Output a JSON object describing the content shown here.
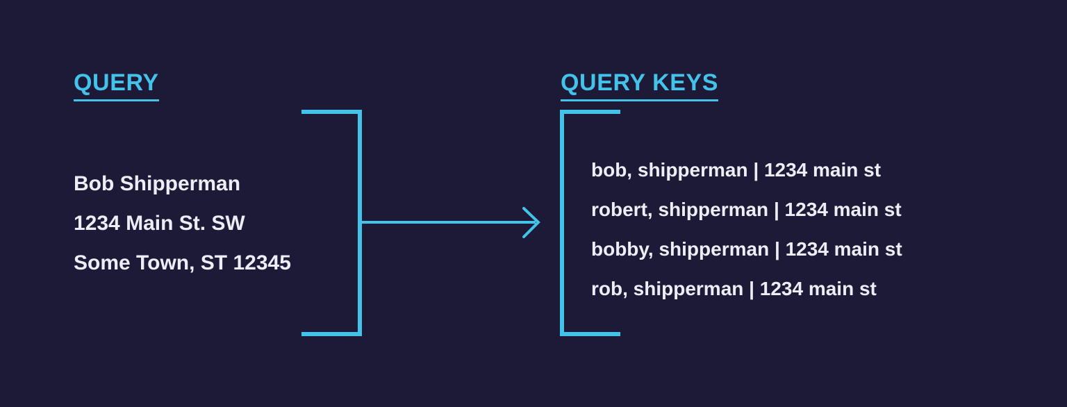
{
  "background_color": "#1d1a38",
  "accent_color": "#44c3ea",
  "text_color": "#eceef6",
  "left_panel": {
    "heading": "QUERY",
    "lines": [
      "Bob Shipperman",
      "1234 Main St. SW",
      "Some Town, ST 12345"
    ]
  },
  "right_panel": {
    "heading": "QUERY KEYS",
    "lines": [
      "bob, shipperman | 1234 main st",
      "robert, shipperman | 1234 main st",
      "bobby, shipperman | 1234 main st",
      "rob, shipperman | 1234 main st"
    ]
  },
  "connector": {
    "icon": "right-arrow-icon",
    "direction": "right"
  },
  "brackets": {
    "left_icon": "right-square-bracket-icon",
    "right_icon": "left-square-bracket-icon"
  }
}
